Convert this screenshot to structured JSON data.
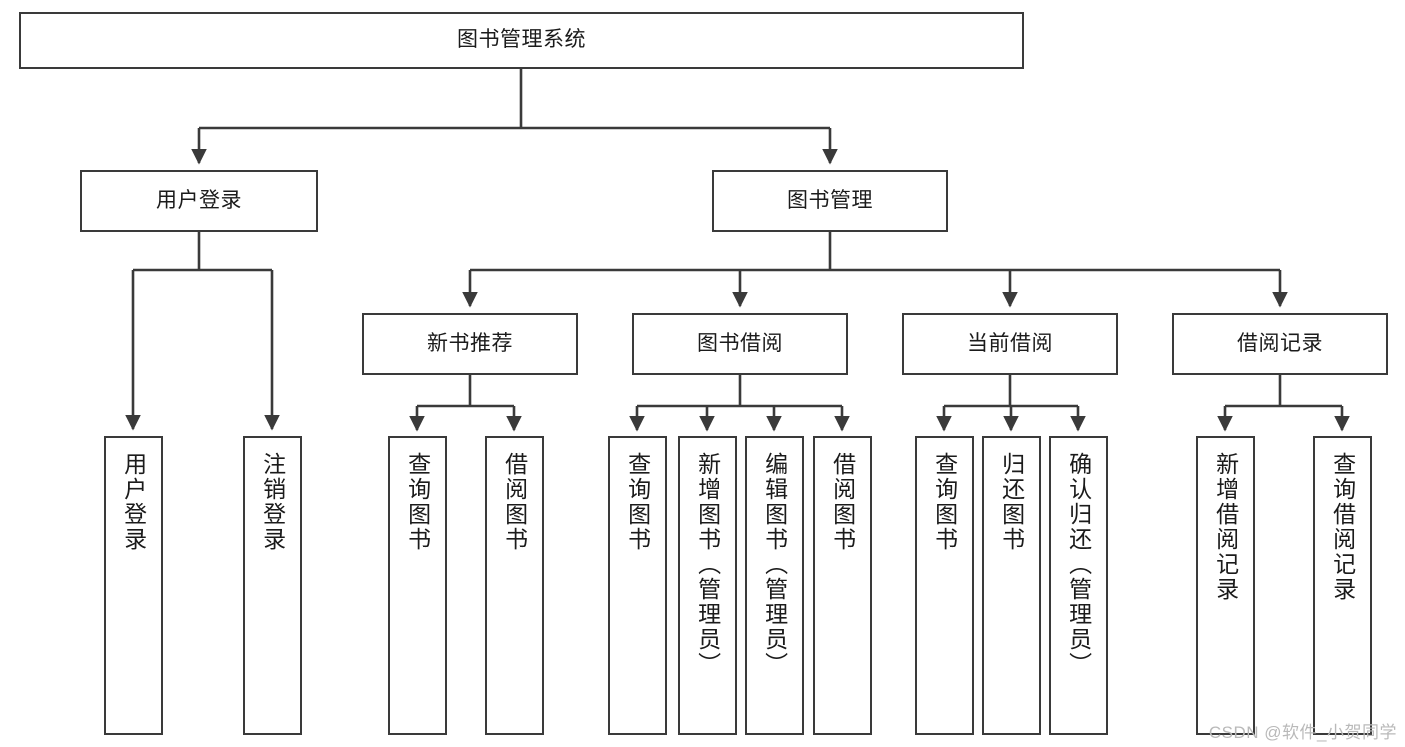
{
  "diagram": {
    "title": "图书管理系统",
    "type": "tree-hierarchy",
    "watermark": "CSDN @软件_小贺同学",
    "colors": {
      "stroke": "#3a3a3a",
      "fill": "#ffffff",
      "text": "#1b1b1b",
      "watermark": "#b9b9b9"
    },
    "nodes": {
      "root": {
        "label": "图书管理系统",
        "orientation": "horizontal"
      },
      "user_login": {
        "label": "用户登录",
        "orientation": "horizontal"
      },
      "book_manage": {
        "label": "图书管理",
        "orientation": "horizontal"
      },
      "new_book_rec": {
        "label": "新书推荐",
        "orientation": "horizontal"
      },
      "book_borrow": {
        "label": "图书借阅",
        "orientation": "horizontal"
      },
      "current_borrow": {
        "label": "当前借阅",
        "orientation": "horizontal"
      },
      "borrow_record": {
        "label": "借阅记录",
        "orientation": "horizontal"
      },
      "leaf_user_login": {
        "label": "用户登录",
        "orientation": "vertical"
      },
      "leaf_logout": {
        "label": "注销登录",
        "orientation": "vertical"
      },
      "leaf_query_book_1": {
        "label": "查询图书",
        "orientation": "vertical"
      },
      "leaf_borrow_book_1": {
        "label": "借阅图书",
        "orientation": "vertical"
      },
      "leaf_query_book_2": {
        "label": "查询图书",
        "orientation": "vertical"
      },
      "leaf_add_book": {
        "label": "新增图书（管理员）",
        "orientation": "vertical"
      },
      "leaf_edit_book": {
        "label": "编辑图书（管理员）",
        "orientation": "vertical"
      },
      "leaf_borrow_book_2": {
        "label": "借阅图书",
        "orientation": "vertical"
      },
      "leaf_query_book_3": {
        "label": "查询图书",
        "orientation": "vertical"
      },
      "leaf_return_book": {
        "label": "归还图书",
        "orientation": "vertical"
      },
      "leaf_confirm_return": {
        "label": "确认归还（管理员）",
        "orientation": "vertical"
      },
      "leaf_add_record": {
        "label": "新增借阅记录",
        "orientation": "vertical"
      },
      "leaf_query_record": {
        "label": "查询借阅记录",
        "orientation": "vertical"
      }
    },
    "edges": [
      {
        "from": "root",
        "to": "user_login"
      },
      {
        "from": "root",
        "to": "book_manage"
      },
      {
        "from": "user_login",
        "to": "leaf_user_login"
      },
      {
        "from": "user_login",
        "to": "leaf_logout"
      },
      {
        "from": "book_manage",
        "to": "new_book_rec"
      },
      {
        "from": "book_manage",
        "to": "book_borrow"
      },
      {
        "from": "book_manage",
        "to": "current_borrow"
      },
      {
        "from": "book_manage",
        "to": "borrow_record"
      },
      {
        "from": "new_book_rec",
        "to": "leaf_query_book_1"
      },
      {
        "from": "new_book_rec",
        "to": "leaf_borrow_book_1"
      },
      {
        "from": "book_borrow",
        "to": "leaf_query_book_2"
      },
      {
        "from": "book_borrow",
        "to": "leaf_add_book"
      },
      {
        "from": "book_borrow",
        "to": "leaf_edit_book"
      },
      {
        "from": "book_borrow",
        "to": "leaf_borrow_book_2"
      },
      {
        "from": "current_borrow",
        "to": "leaf_query_book_3"
      },
      {
        "from": "current_borrow",
        "to": "leaf_return_book"
      },
      {
        "from": "current_borrow",
        "to": "leaf_confirm_return"
      },
      {
        "from": "borrow_record",
        "to": "leaf_add_record"
      },
      {
        "from": "borrow_record",
        "to": "leaf_query_record"
      }
    ]
  }
}
